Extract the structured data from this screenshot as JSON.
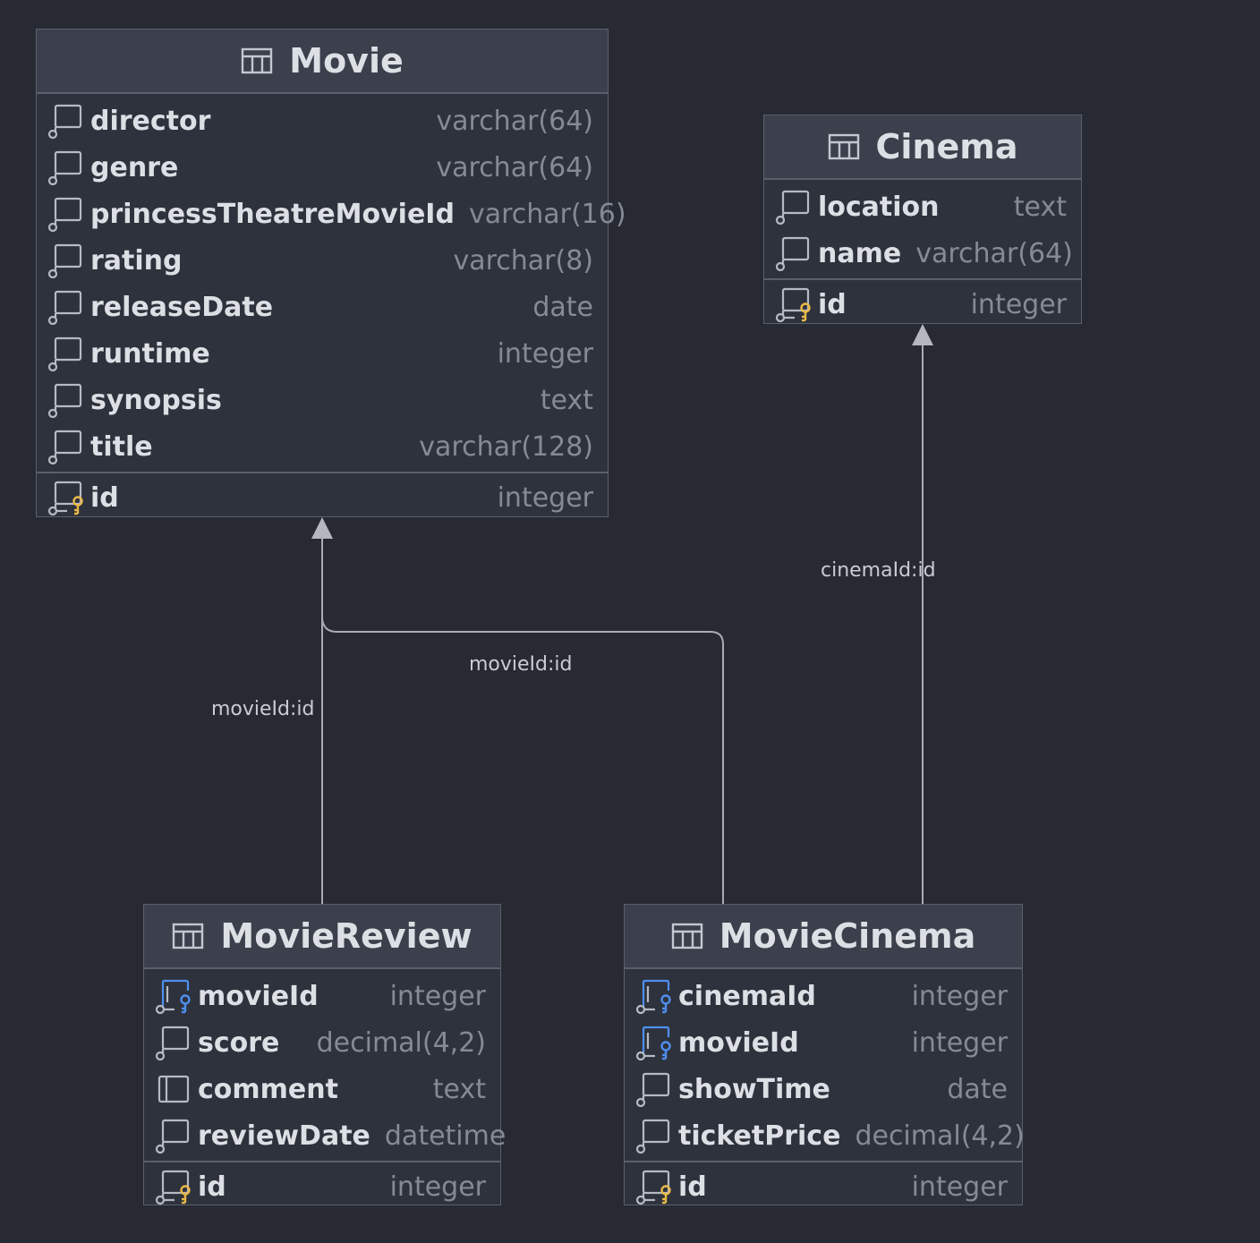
{
  "tables": [
    {
      "name": "Movie",
      "columns": [
        {
          "name": "director",
          "type": "varchar(64)",
          "icon": "column-icon"
        },
        {
          "name": "genre",
          "type": "varchar(64)",
          "icon": "column-icon"
        },
        {
          "name": "princessTheatreMovieId",
          "type": "varchar(16)",
          "icon": "column-icon"
        },
        {
          "name": "rating",
          "type": "varchar(8)",
          "icon": "column-icon"
        },
        {
          "name": "releaseDate",
          "type": "date",
          "icon": "column-icon"
        },
        {
          "name": "runtime",
          "type": "integer",
          "icon": "column-icon"
        },
        {
          "name": "synopsis",
          "type": "text",
          "icon": "column-icon"
        },
        {
          "name": "title",
          "type": "varchar(128)",
          "icon": "column-icon"
        }
      ],
      "primary_key": {
        "name": "id",
        "type": "integer",
        "icon": "primary-key-icon"
      }
    },
    {
      "name": "Cinema",
      "columns": [
        {
          "name": "location",
          "type": "text",
          "icon": "column-icon"
        },
        {
          "name": "name",
          "type": "varchar(64)",
          "icon": "column-icon"
        }
      ],
      "primary_key": {
        "name": "id",
        "type": "integer",
        "icon": "primary-key-icon"
      }
    },
    {
      "name": "MovieReview",
      "columns": [
        {
          "name": "movieId",
          "type": "integer",
          "icon": "foreign-key-icon"
        },
        {
          "name": "score",
          "type": "decimal(4,2)",
          "icon": "column-icon"
        },
        {
          "name": "comment",
          "type": "text",
          "icon": "nullable-column-icon"
        },
        {
          "name": "reviewDate",
          "type": "datetime",
          "icon": "column-icon"
        }
      ],
      "primary_key": {
        "name": "id",
        "type": "integer",
        "icon": "primary-key-icon"
      }
    },
    {
      "name": "MovieCinema",
      "columns": [
        {
          "name": "cinemaId",
          "type": "integer",
          "icon": "foreign-key-icon"
        },
        {
          "name": "movieId",
          "type": "integer",
          "icon": "foreign-key-icon"
        },
        {
          "name": "showTime",
          "type": "date",
          "icon": "column-icon"
        },
        {
          "name": "ticketPrice",
          "type": "decimal(4,2)",
          "icon": "column-icon"
        }
      ],
      "primary_key": {
        "name": "id",
        "type": "integer",
        "icon": "primary-key-icon"
      }
    }
  ],
  "relations": [
    {
      "from": "MovieReview",
      "to": "Movie",
      "label": "movieId:id"
    },
    {
      "from": "MovieCinema",
      "to": "Movie",
      "label": "movieId:id"
    },
    {
      "from": "MovieCinema",
      "to": "Cinema",
      "label": "cinemaId:id"
    }
  ],
  "colors": {
    "background": "#272a33",
    "table_body": "#2e323c",
    "table_header": "#3b404c",
    "border": "#5a606b",
    "text": "#dcdfe4",
    "type_text": "#858a95",
    "connector": "#a9acb3",
    "foreign_key_accent": "#4f8ff0",
    "primary_key_accent": "#e9b948"
  }
}
